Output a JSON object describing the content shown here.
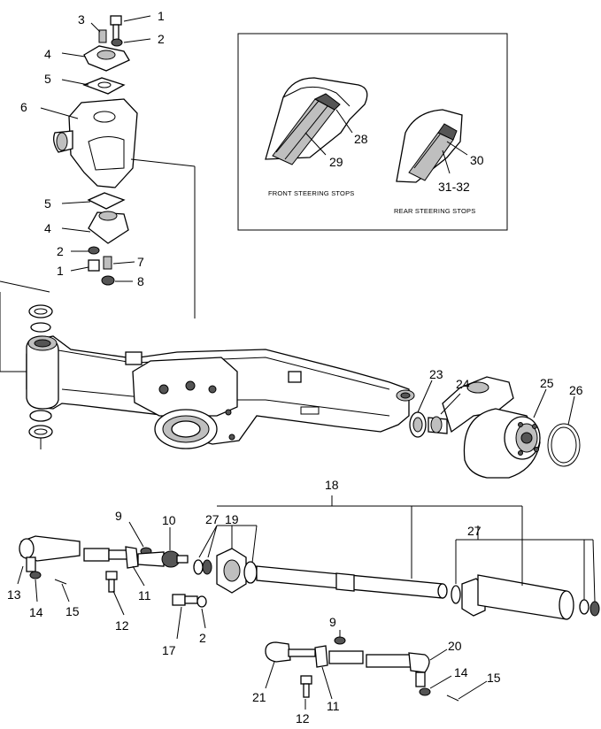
{
  "inset": {
    "front_caption": "FRONT STEERING STOPS",
    "rear_caption": "REAR STEERING STOPS"
  },
  "callouts": {
    "c1a": "1",
    "c2a": "2",
    "c3": "3",
    "c4a": "4",
    "c5a": "5",
    "c6": "6",
    "c5b": "5",
    "c4b": "4",
    "c2b": "2",
    "c7": "7",
    "c1b": "1",
    "c8": "8",
    "c28": "28",
    "c29": "29",
    "c30": "30",
    "c3132": "31-32",
    "c23": "23",
    "c24": "24",
    "c25": "25",
    "c26": "26",
    "c18": "18",
    "c27a": "27",
    "c19": "19",
    "c27b": "27",
    "c9a": "9",
    "c10": "10",
    "c13": "13",
    "c14a": "14",
    "c15a": "15",
    "c12a": "12",
    "c11a": "11",
    "c17": "17",
    "c2c": "2",
    "c9b": "9",
    "c20": "20",
    "c14b": "14",
    "c15b": "15",
    "c21": "21",
    "c12b": "12",
    "c11b": "11"
  }
}
